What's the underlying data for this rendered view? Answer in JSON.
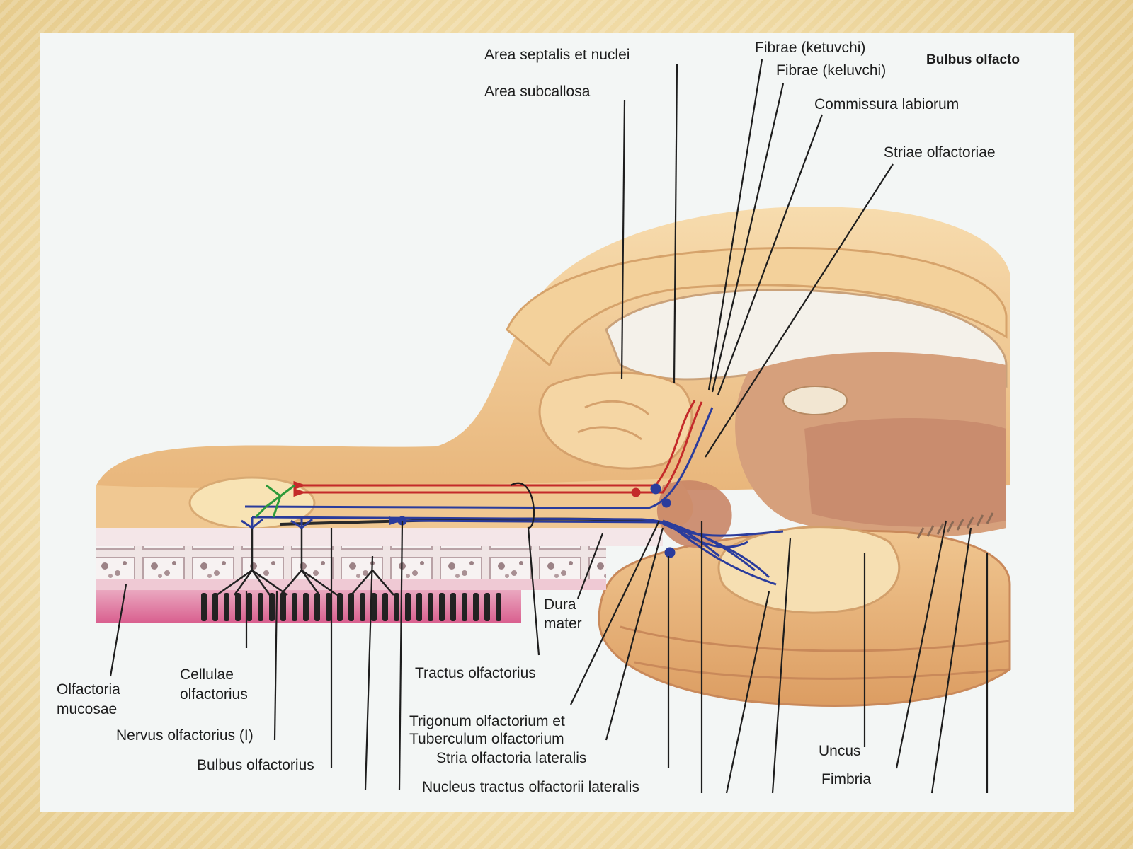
{
  "labels": {
    "area_septalis": "Area septalis et nuclei",
    "area_subcallosa": "Area subcallosa",
    "fibrae_ketuvchi": "Fibrae (ketuvchi)",
    "fibrae_keluvchi": "Fibrae (keluvchi)",
    "bulbus_olfactorius_top": "Bulbus olfacto",
    "commissura_labiorum": "Commissura labiorum",
    "striae_olfactoriae": "Striae olfactoriae",
    "dura_mater_1": "Dura",
    "dura_mater_2": "mater",
    "olfactoria_mucosae_1": "Olfactoria",
    "olfactoria_mucosae_2": "mucosae",
    "cellulae_olfactorius_1": "Cellulae",
    "cellulae_olfactorius_2": "olfactorius",
    "nervus_olfactorius": "Nervus olfactorius (I)",
    "bulbus_olfactorius_bottom": "Bulbus olfactorius",
    "tractus_olfactorius": "Tractus olfactorius",
    "trigonum_1": "Trigonum olfactorium et",
    "trigonum_2": "Tuberculum olfactorium",
    "stria_lateralis": "Stria olfactoria lateralis",
    "nucleus_tractus": "Nucleus tractus olfactorii lateralis",
    "uncus": "Uncus",
    "fimbria": "Fimbria"
  },
  "colors": {
    "slide_background": "#f4e2b0",
    "panel": "#f3f6f5",
    "brain_tissue": "#f2cf9a",
    "brain_shadow": "#d9a16a",
    "mucosa": "#e58ab0",
    "afferent_fibers": "#2b3c9c",
    "efferent_fibers": "#c42a2a",
    "cell_connections": "#2e9a3a"
  }
}
